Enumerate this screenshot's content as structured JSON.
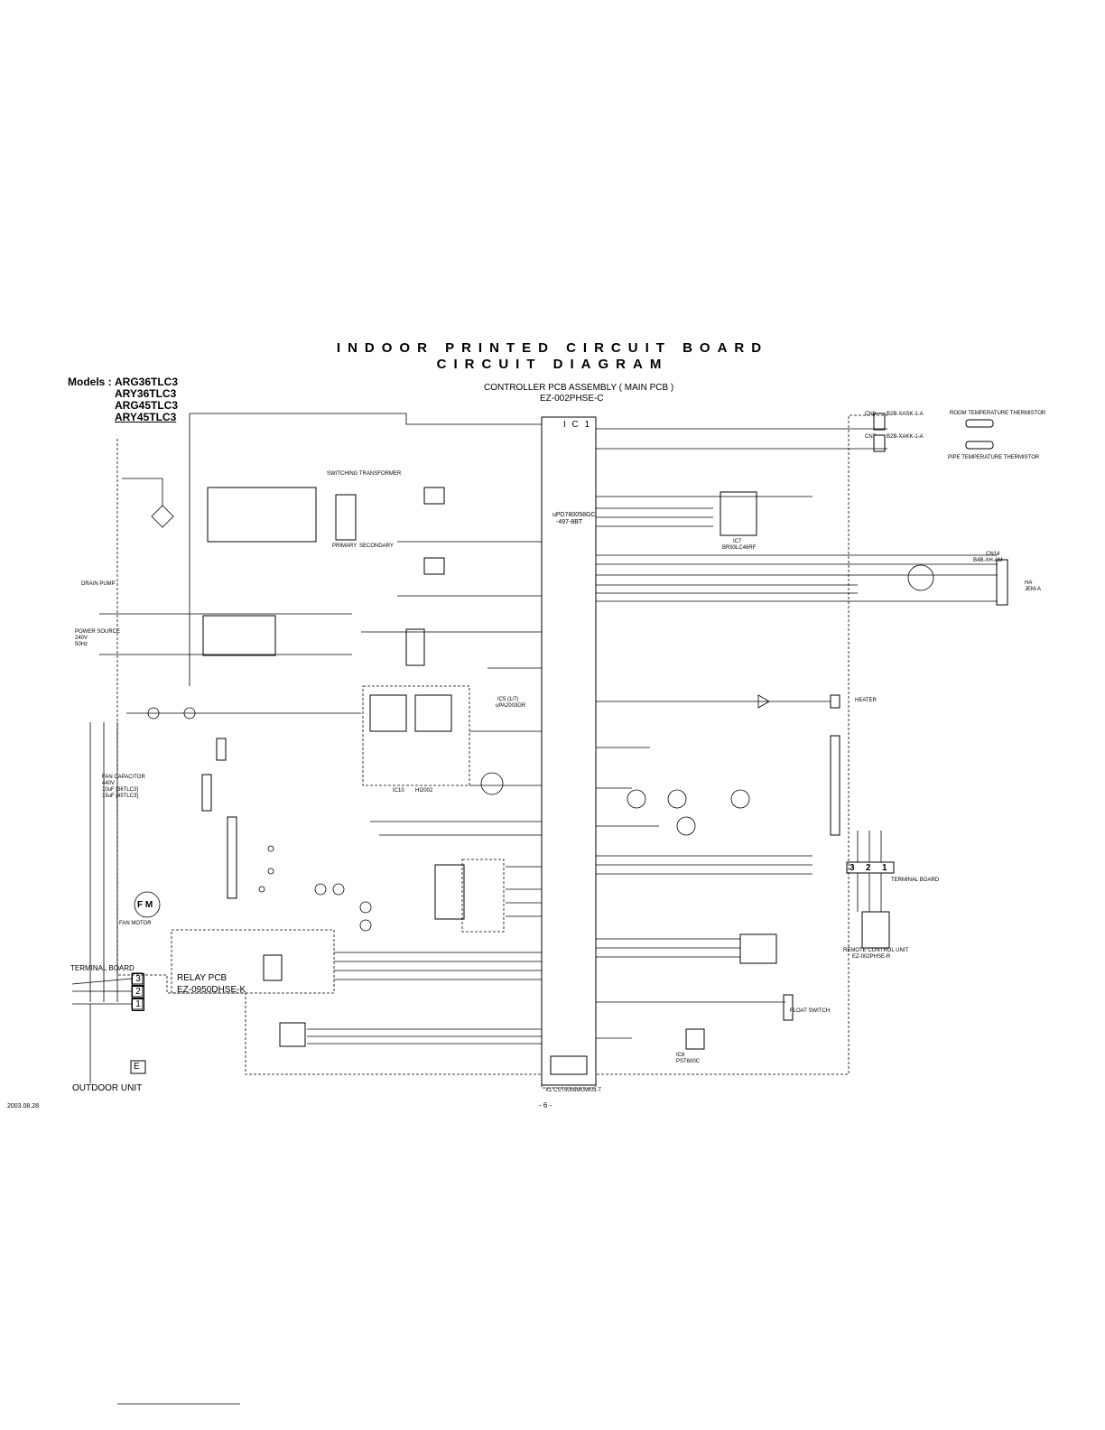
{
  "title_line1": "INDOOR PRINTED CIRCUIT BOARD",
  "title_line2": "CIRCUIT DIAGRAM",
  "models_label": "Models :",
  "models": [
    "ARG36TLC3",
    "ARY36TLC3",
    "ARG45TLC3",
    "ARY45TLC3"
  ],
  "assembly_title": "CONTROLLER PCB ASSEMBLY ( MAIN PCB )",
  "assembly_part": "EZ-002PHSE-C",
  "ic1_label": "I C 1",
  "ic1_part": "uPD780058GC",
  "ic1_part2": "-497-8BT",
  "room_thermistor": "ROOM TEMPERATURE THERMISTOR",
  "pipe_thermistor": "PIPE TEMPERATURE THERMISTOR",
  "cn8": "CN8",
  "cn8_part": "B2B-XASK-1-A",
  "cn7": "CN7",
  "cn7_part": "B2B-XAKK-1-A",
  "drain_pump": "DRAIN PUMP",
  "power_source": "POWER SOURCE",
  "power_spec1": "240V",
  "power_spec2": "50Hz",
  "fan_capacitor": "FAN CAPACITOR",
  "fan_cap_spec1": "440V",
  "fan_cap_spec2": "10uF [36TLC3]",
  "fan_cap_spec3": "15uF [45TLC3]",
  "fan_motor": "FAN MOTOR",
  "fm": "F M",
  "terminal_board_left": "TERMINAL BOARD",
  "terminal_board_right": "TERMINAL BOARD",
  "relay_pcb": "RELAY PCB",
  "relay_pcb_part": "EZ-0950DHSE-K",
  "outdoor_unit": "OUTDOOR UNIT",
  "earth": "E",
  "heater": "HEATER",
  "float_switch": "FLOAT SWITCH",
  "remote_control": "REMOTE CONTROL UNIT",
  "remote_control_part": "EZ-002PHSE-R",
  "switching_transformer": "SWITCHING TRANSFORMER",
  "primary": "PRIMARY",
  "secondary": "SECONDARY",
  "ha": "HA",
  "jem": "JEM-A",
  "cn14": "CN14",
  "cn14_part": "B4B-XH-AM",
  "ic7": "IC7",
  "ic7_part": "BR93LC46RF",
  "ic10": "IC10",
  "ic10_part": "HI2002",
  "ic5": "IC5 (1/7)",
  "ic5_part": "uPA2003GR",
  "ic8": "IC8",
  "ic8_part": "PST600C",
  "crystal": "X1   CST5005MGW03-T",
  "tb_numbers": [
    "3",
    "2",
    "1"
  ],
  "date": "2003.08.28",
  "page": "- 6 -"
}
